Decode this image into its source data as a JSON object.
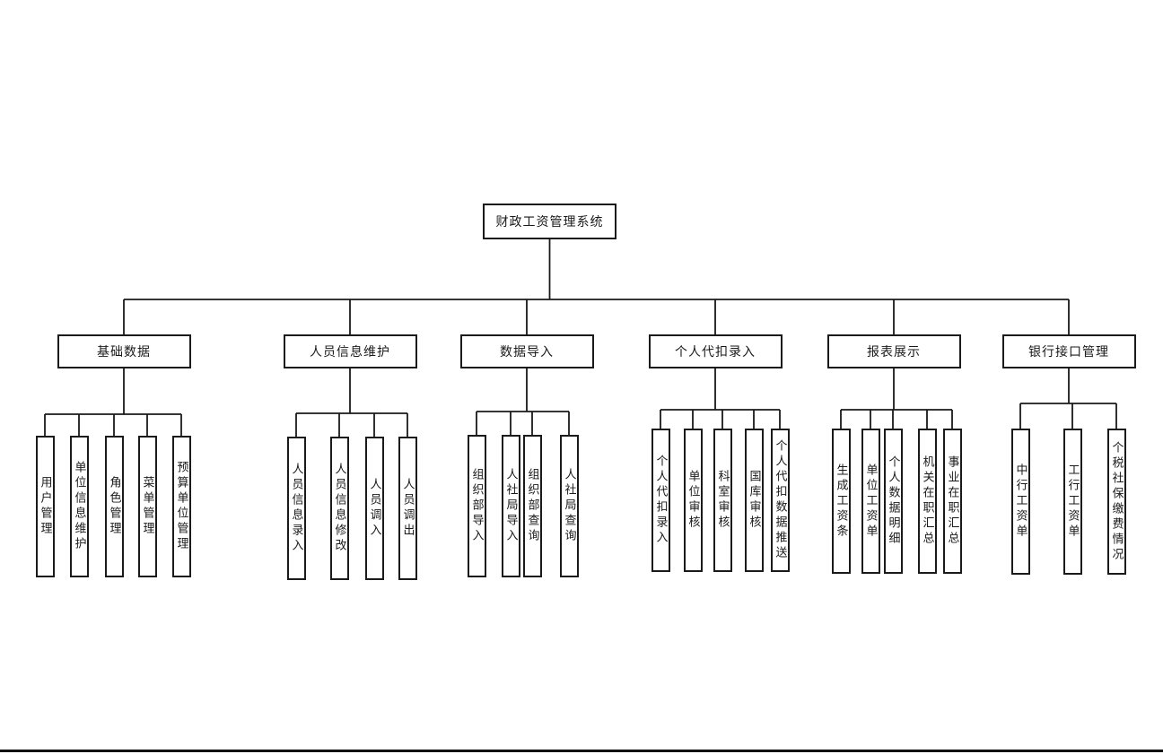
{
  "diagram": {
    "root": {
      "label": "财政工资管理系统"
    },
    "groups": [
      {
        "label": "基础数据",
        "children": [
          "用户管理",
          "单位信息维护",
          "角色管理",
          "菜单管理",
          "预算单位管理"
        ]
      },
      {
        "label": "人员信息维护",
        "children": [
          "人员信息录入",
          "人员信息修改",
          "人员调入",
          "人员调出"
        ]
      },
      {
        "label": "数据导入",
        "children": [
          "组织部导入",
          "人社局导入",
          "组织部查询",
          "人社局查询"
        ]
      },
      {
        "label": "个人代扣录入",
        "children": [
          "个人代扣录入",
          "单位审核",
          "科室审核",
          "国库审核",
          "个人代扣数据推送"
        ]
      },
      {
        "label": "报表展示",
        "children": [
          "生成工资条",
          "单位工资单",
          "个人数据明细",
          "机关在职汇总",
          "事业在职汇总"
        ]
      },
      {
        "label": "银行接口管理",
        "children": [
          "中行工资单",
          "工行工资单",
          "个税社保缴费情况"
        ]
      }
    ],
    "colors": {
      "line": "#1a1a1a",
      "background": "#ffffff",
      "text": "#1a1a1a"
    }
  }
}
